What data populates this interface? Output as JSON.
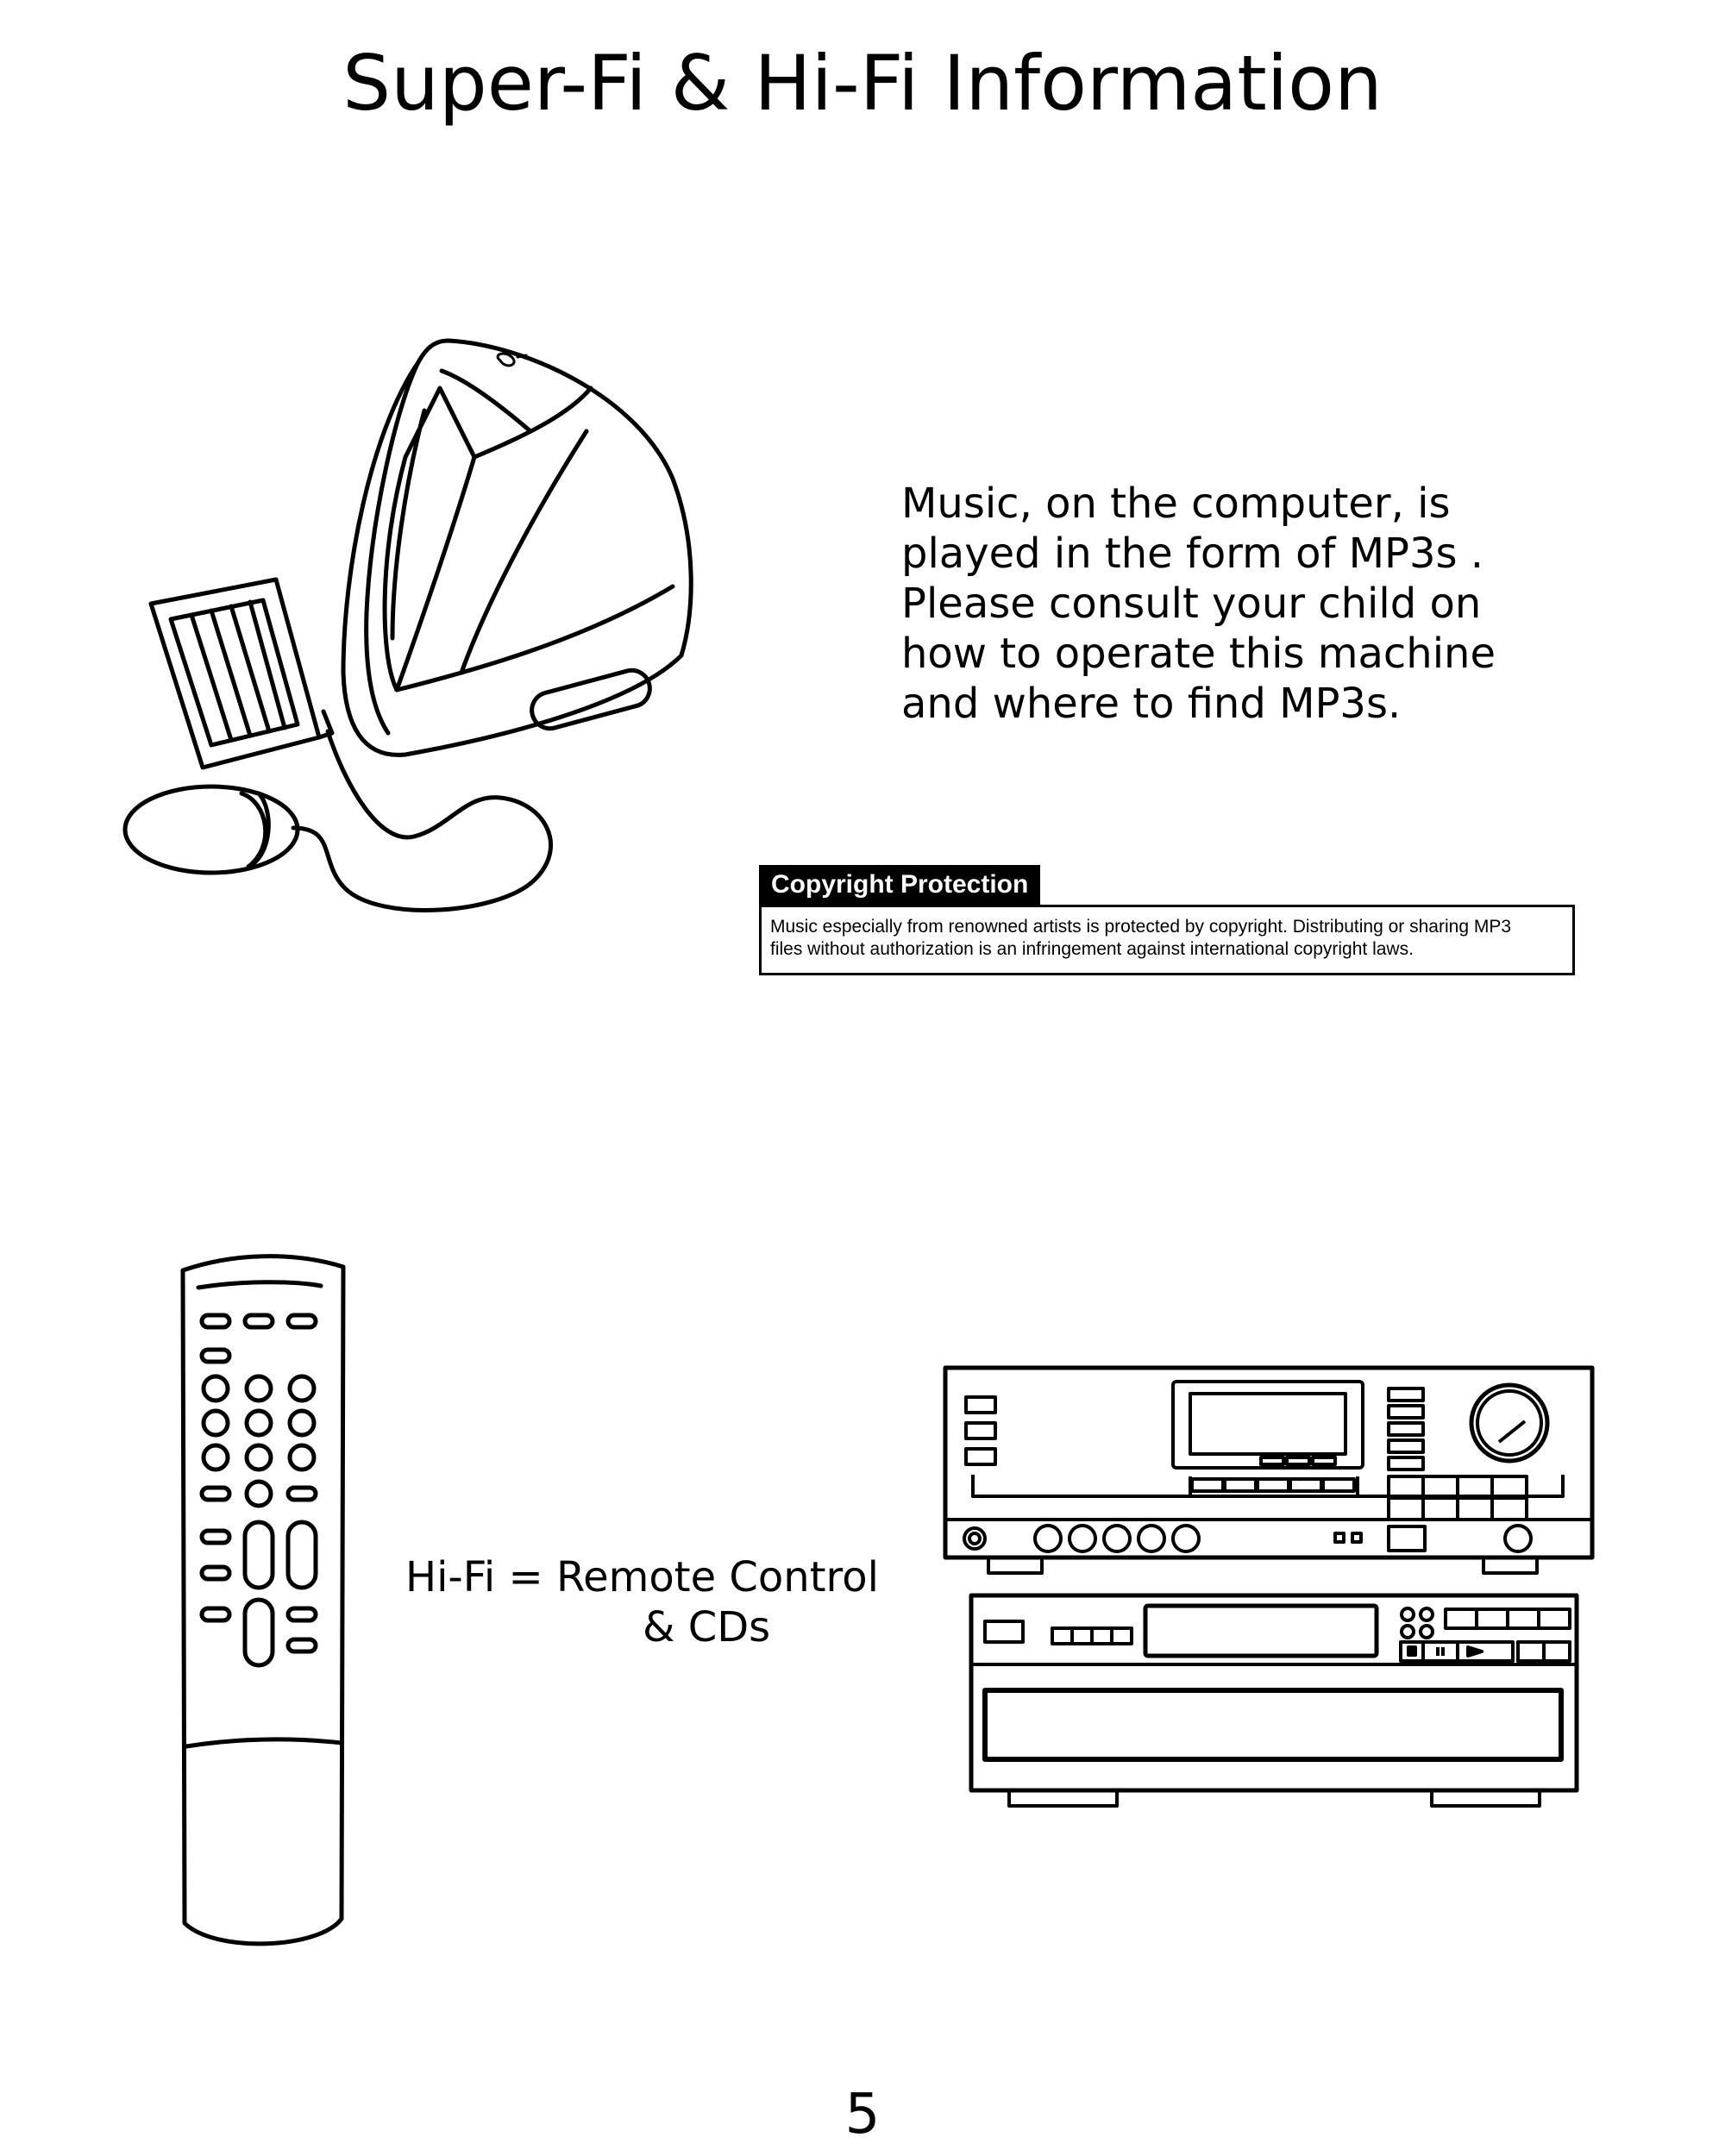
{
  "page": {
    "title": "Super-Fi & Hi-Fi Information",
    "page_number": "5"
  },
  "computer_section": {
    "illustration_icon": "computer-icon",
    "text_lines": [
      "Music, on the computer, is",
      "played in the form of MP3s .",
      "Please consult your child on",
      "how to operate this machine",
      "and where to find MP3s."
    ]
  },
  "copyright_notice": {
    "label": "Copyright Protection",
    "body_lines": [
      "Music especially from renowned artists is protected by copyright. Distributing or sharing MP3",
      "files without authorization is an infringement against international copyright laws."
    ]
  },
  "hifi_section": {
    "remote_icon": "remote-control-icon",
    "stereo_icon": "stereo-system-icon",
    "label_lines": [
      "Hi-Fi = Remote Control",
      "& CDs"
    ]
  }
}
